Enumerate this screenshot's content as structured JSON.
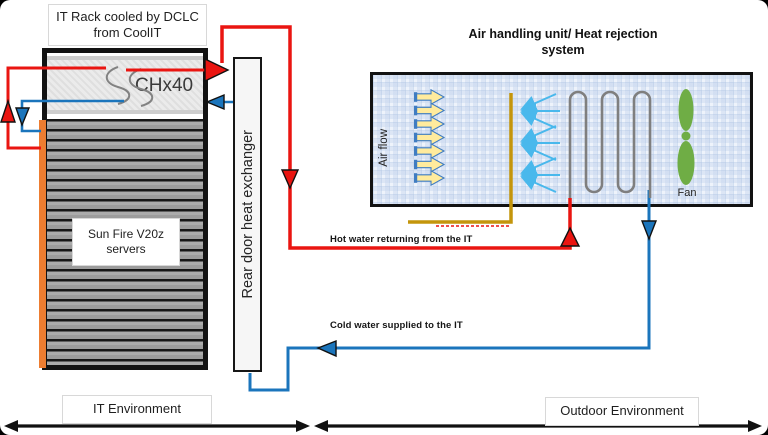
{
  "colors": {
    "hot": "#ea1511",
    "cold": "#1b75bc",
    "manifold": "#ed7d31",
    "spray-gold": "#c4950b",
    "spray-blue": "#49b8ec",
    "fan-green": "#6fad45",
    "coil-gray": "#7f7f7f",
    "airflow-yellow": "#ffeb9d",
    "airflow-blue": "#3f7cc1"
  },
  "rack": {
    "title": "IT Rack cooled by DCLC from CoolIT",
    "chx": "CHx40",
    "servers": "Sun Fire V20z servers"
  },
  "rdhx": {
    "label": "Rear door heat exchanger"
  },
  "ahu": {
    "title": "Air handling unit/ Heat rejection system",
    "airflow": "Air flow",
    "fan": "Fan"
  },
  "flows": {
    "hot": "Hot water returning from the IT",
    "cold": "Cold water supplied to the IT"
  },
  "zones": {
    "it": "IT Environment",
    "outdoor": "Outdoor Environment"
  }
}
